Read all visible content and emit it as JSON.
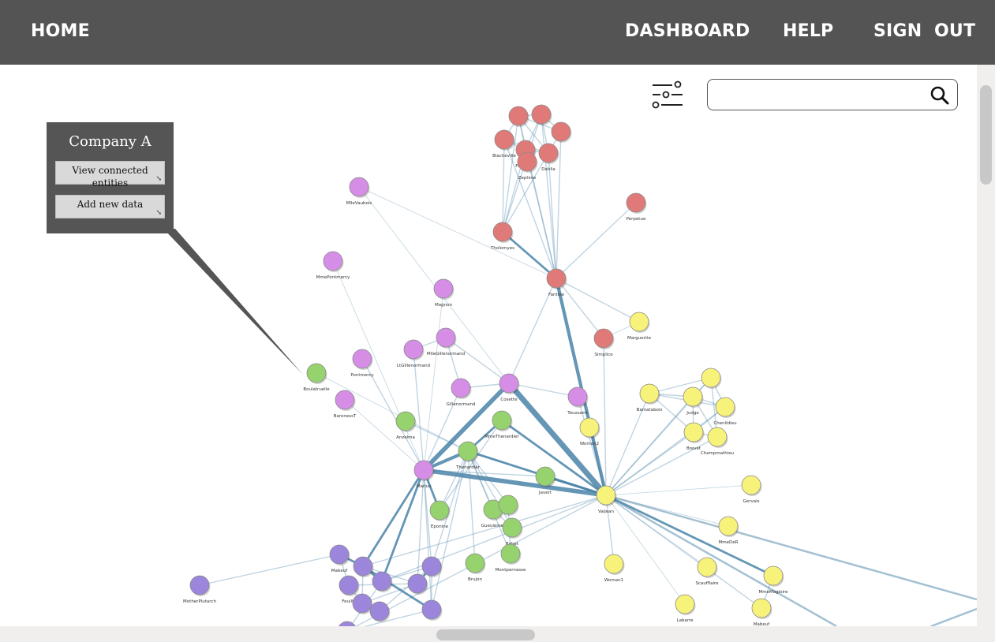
{
  "nav": {
    "home": "HOME",
    "dashboard": "DASHBOARD",
    "help": "HELP",
    "sign_out": "SIGN  OUT"
  },
  "toolbar": {
    "filter_icon": "sliders-icon",
    "search_value": "",
    "search_placeholder": "",
    "search_icon": "search-icon"
  },
  "popup": {
    "title": "Company A",
    "view_connected": "View connected entities",
    "add_data": "Add new data",
    "arrow_icon": "corner-arrow-icon"
  },
  "colors": {
    "red": "#e07a78",
    "purple": "#d58de6",
    "green": "#96d36e",
    "yellow": "#f7f27a",
    "violet": "#9b86dc",
    "edge": "#4a84a8"
  },
  "graph": {
    "nodes": [
      {
        "id": "r1",
        "label": "",
        "color": "red"
      },
      {
        "id": "r2",
        "label": "",
        "color": "red"
      },
      {
        "id": "r3",
        "label": "",
        "color": "red"
      },
      {
        "id": "r4",
        "label": "Blacheville",
        "color": "red"
      },
      {
        "id": "r5",
        "label": "Favourite",
        "color": "red"
      },
      {
        "id": "r6",
        "label": "Dahlia",
        "color": "red"
      },
      {
        "id": "r7",
        "label": "Zephine",
        "color": "red"
      },
      {
        "id": "r8",
        "label": "Tholomyes",
        "color": "red"
      },
      {
        "id": "r9",
        "label": "Fantine",
        "color": "red"
      },
      {
        "id": "r10",
        "label": "Perpetue",
        "color": "red"
      },
      {
        "id": "r11",
        "label": "Simplice",
        "color": "red"
      },
      {
        "id": "p1",
        "label": "MlleVaubois",
        "color": "purple"
      },
      {
        "id": "p2",
        "label": "MmePontmercy",
        "color": "purple"
      },
      {
        "id": "p3",
        "label": "Magnon",
        "color": "purple"
      },
      {
        "id": "p4",
        "label": "MlleGillenormand",
        "color": "purple"
      },
      {
        "id": "p5",
        "label": "LtGillenormand",
        "color": "purple"
      },
      {
        "id": "p6",
        "label": "Pontmercy",
        "color": "purple"
      },
      {
        "id": "p7",
        "label": "Gillenormand",
        "color": "purple"
      },
      {
        "id": "p8",
        "label": "Cosette",
        "color": "purple"
      },
      {
        "id": "p9",
        "label": "BaronessT",
        "color": "purple"
      },
      {
        "id": "p10",
        "label": "Toussaint",
        "color": "purple"
      },
      {
        "id": "p11",
        "label": "Marius",
        "color": "purple"
      },
      {
        "id": "g1",
        "label": "Boulatruelle",
        "color": "green"
      },
      {
        "id": "g2",
        "label": "Anzelma",
        "color": "green"
      },
      {
        "id": "g3",
        "label": "MmeThenardier",
        "color": "green"
      },
      {
        "id": "g4",
        "label": "Thenardier",
        "color": "green"
      },
      {
        "id": "g5",
        "label": "Javert",
        "color": "green"
      },
      {
        "id": "g6",
        "label": "Eponine",
        "color": "green"
      },
      {
        "id": "g7",
        "label": "Gueulemer",
        "color": "green"
      },
      {
        "id": "g8",
        "label": "",
        "color": "green"
      },
      {
        "id": "g9",
        "label": "Babet",
        "color": "green"
      },
      {
        "id": "g10",
        "label": "Montparnasse",
        "color": "green"
      },
      {
        "id": "g11",
        "label": "Brujon",
        "color": "green"
      },
      {
        "id": "y1",
        "label": "Marguerite",
        "color": "yellow"
      },
      {
        "id": "y2",
        "label": "Bamatabois",
        "color": "yellow"
      },
      {
        "id": "y3",
        "label": "Judge",
        "color": "yellow"
      },
      {
        "id": "y4",
        "label": "",
        "color": "yellow"
      },
      {
        "id": "y5",
        "label": "Chenildieu",
        "color": "yellow"
      },
      {
        "id": "y6",
        "label": "Brevet",
        "color": "yellow"
      },
      {
        "id": "y7",
        "label": "Champmathieu",
        "color": "yellow"
      },
      {
        "id": "y8",
        "label": "Woman2",
        "color": "yellow"
      },
      {
        "id": "y9",
        "label": "Valjean",
        "color": "yellow"
      },
      {
        "id": "y10",
        "label": "Gervais",
        "color": "yellow"
      },
      {
        "id": "y11",
        "label": "MmeDeR",
        "color": "yellow"
      },
      {
        "id": "y12",
        "label": "Woman1",
        "color": "yellow"
      },
      {
        "id": "y13",
        "label": "Scaufflaire",
        "color": "yellow"
      },
      {
        "id": "y14",
        "label": "MmeMagloire",
        "color": "yellow"
      },
      {
        "id": "y15",
        "label": "Labarre",
        "color": "yellow"
      },
      {
        "id": "y16",
        "label": "Mabeuf",
        "color": "yellow"
      },
      {
        "id": "v1",
        "label": "MotherPlutarch",
        "color": "violet"
      },
      {
        "id": "v2",
        "label": "Mabeuf",
        "color": "violet"
      },
      {
        "id": "v3",
        "label": "",
        "color": "violet"
      },
      {
        "id": "v4",
        "label": "",
        "color": "violet"
      },
      {
        "id": "v5",
        "label": "Feuilly",
        "color": "violet"
      },
      {
        "id": "v6",
        "label": "",
        "color": "violet"
      },
      {
        "id": "v7",
        "label": "",
        "color": "violet"
      },
      {
        "id": "v8",
        "label": "",
        "color": "violet"
      },
      {
        "id": "v9",
        "label": "",
        "color": "violet"
      },
      {
        "id": "v10",
        "label": "",
        "color": "violet"
      },
      {
        "id": "v11",
        "label": "",
        "color": "violet"
      }
    ],
    "edges": [
      [
        "r1",
        "r2",
        1
      ],
      [
        "r1",
        "r3",
        1
      ],
      [
        "r1",
        "r4",
        1
      ],
      [
        "r1",
        "r5",
        1
      ],
      [
        "r1",
        "r6",
        1
      ],
      [
        "r2",
        "r3",
        1
      ],
      [
        "r2",
        "r5",
        1
      ],
      [
        "r2",
        "r6",
        1
      ],
      [
        "r3",
        "r6",
        1
      ],
      [
        "r4",
        "r5",
        1
      ],
      [
        "r4",
        "r6",
        1
      ],
      [
        "r5",
        "r6",
        1
      ],
      [
        "r1",
        "r8",
        1
      ],
      [
        "r2",
        "r8",
        1
      ],
      [
        "r4",
        "r8",
        1
      ],
      [
        "r5",
        "r8",
        1
      ],
      [
        "r6",
        "r8",
        1
      ],
      [
        "r1",
        "r9",
        1
      ],
      [
        "r2",
        "r9",
        1
      ],
      [
        "r3",
        "r9",
        1
      ],
      [
        "r4",
        "r9",
        1
      ],
      [
        "r5",
        "r9",
        1
      ],
      [
        "r6",
        "r9",
        1
      ],
      [
        "r8",
        "r9",
        2
      ],
      [
        "r9",
        "r10",
        1
      ],
      [
        "r9",
        "r11",
        1
      ],
      [
        "r9",
        "y9",
        3
      ],
      [
        "r9",
        "p1",
        0.5
      ],
      [
        "r9",
        "p8",
        1
      ],
      [
        "r11",
        "y9",
        1
      ],
      [
        "r9",
        "y1",
        1
      ],
      [
        "r11",
        "y1",
        0.5
      ],
      [
        "p1",
        "p8",
        0.5
      ],
      [
        "p2",
        "p11",
        0.5
      ],
      [
        "p3",
        "p11",
        0.5
      ],
      [
        "p4",
        "p8",
        1
      ],
      [
        "p4",
        "p7",
        1
      ],
      [
        "p5",
        "p4",
        1
      ],
      [
        "p5",
        "p11",
        1
      ],
      [
        "p6",
        "p11",
        1
      ],
      [
        "p7",
        "p8",
        1
      ],
      [
        "p7",
        "p11",
        1
      ],
      [
        "p8",
        "p11",
        4
      ],
      [
        "p8",
        "y9",
        5
      ],
      [
        "p8",
        "p10",
        1
      ],
      [
        "p9",
        "p11",
        0.5
      ],
      [
        "p10",
        "y9",
        1
      ],
      [
        "p11",
        "y9",
        4
      ],
      [
        "p11",
        "g5",
        1
      ],
      [
        "p11",
        "g4",
        3
      ],
      [
        "g2",
        "g4",
        1
      ],
      [
        "g3",
        "g4",
        2
      ],
      [
        "g3",
        "y9",
        2
      ],
      [
        "g4",
        "y9",
        2
      ],
      [
        "g5",
        "y9",
        2
      ],
      [
        "g5",
        "g4",
        1
      ],
      [
        "g6",
        "p11",
        2
      ],
      [
        "g6",
        "g4",
        1
      ],
      [
        "g7",
        "g4",
        1
      ],
      [
        "g8",
        "g4",
        1
      ],
      [
        "g9",
        "g4",
        1
      ],
      [
        "g10",
        "g4",
        1
      ],
      [
        "g11",
        "g4",
        1
      ],
      [
        "g7",
        "g9",
        1
      ],
      [
        "g8",
        "g10",
        1
      ],
      [
        "g6",
        "g3",
        1
      ],
      [
        "g1",
        "g4",
        0.5
      ],
      [
        "y2",
        "y9",
        1
      ],
      [
        "y3",
        "y9",
        1
      ],
      [
        "y4",
        "y9",
        1
      ],
      [
        "y5",
        "y9",
        1
      ],
      [
        "y6",
        "y9",
        1
      ],
      [
        "y7",
        "y9",
        1
      ],
      [
        "y8",
        "y9",
        1
      ],
      [
        "y10",
        "y9",
        0.5
      ],
      [
        "y11",
        "y9",
        0.5
      ],
      [
        "y12",
        "y9",
        1
      ],
      [
        "y13",
        "y9",
        0.5
      ],
      [
        "y14",
        "y9",
        2
      ],
      [
        "y15",
        "y9",
        0.5
      ],
      [
        "y16",
        "y9",
        1
      ],
      [
        "y2",
        "y3",
        1
      ],
      [
        "y2",
        "y4",
        1
      ],
      [
        "y2",
        "y5",
        1
      ],
      [
        "y2",
        "y6",
        1
      ],
      [
        "y3",
        "y4",
        1
      ],
      [
        "y3",
        "y5",
        1
      ],
      [
        "y3",
        "y6",
        1
      ],
      [
        "y3",
        "y7",
        1
      ],
      [
        "y4",
        "y5",
        1
      ],
      [
        "y5",
        "y6",
        1
      ],
      [
        "y6",
        "y7",
        1
      ],
      [
        "y4",
        "y7",
        1
      ],
      [
        "y14",
        "y16",
        1
      ],
      [
        "v1",
        "v2",
        1
      ],
      [
        "v2",
        "v3",
        2
      ],
      [
        "v2",
        "v5",
        1
      ],
      [
        "v3",
        "v4",
        2
      ],
      [
        "v3",
        "v6",
        1
      ],
      [
        "v4",
        "v9",
        1
      ],
      [
        "v5",
        "v6",
        1
      ],
      [
        "v6",
        "v7",
        1
      ],
      [
        "v7",
        "v8",
        1
      ],
      [
        "v8",
        "v9",
        1
      ],
      [
        "v9",
        "v10",
        1
      ],
      [
        "v10",
        "v11",
        1
      ],
      [
        "v3",
        "v10",
        2
      ],
      [
        "v4",
        "v11",
        1
      ],
      [
        "v5",
        "v7",
        1
      ],
      [
        "v6",
        "v9",
        2
      ],
      [
        "v3",
        "v7",
        1
      ],
      [
        "v3",
        "p11",
        2
      ],
      [
        "v4",
        "p11",
        2
      ],
      [
        "v6",
        "p11",
        1
      ],
      [
        "v9",
        "p11",
        1
      ],
      [
        "v10",
        "p11",
        1
      ],
      [
        "v3",
        "y9",
        1
      ],
      [
        "v4",
        "y9",
        1
      ],
      [
        "v9",
        "g4",
        1
      ],
      [
        "v10",
        "g4",
        1
      ],
      [
        "v11",
        "y9",
        1
      ]
    ]
  }
}
